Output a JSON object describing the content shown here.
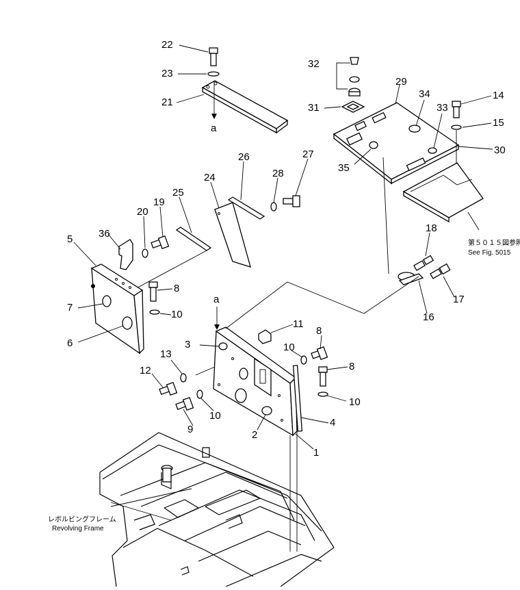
{
  "part_numbers": [
    "22",
    "23",
    "21",
    "32",
    "31",
    "29",
    "34",
    "33",
    "14",
    "15",
    "30",
    "35",
    "26",
    "27",
    "24",
    "28",
    "25",
    "20",
    "19",
    "5",
    "36",
    "7",
    "8",
    "10",
    "6",
    "18",
    "17",
    "16",
    "11",
    "3",
    "13",
    "12",
    "9",
    "2",
    "1",
    "4"
  ],
  "reference_letter": "a",
  "notes": {
    "see_fig_jp": "第５０１５図参照",
    "see_fig_en": "See Fig. 5015",
    "frame_jp": "レボルビングフレーム",
    "frame_en": "Revolving Frame"
  }
}
